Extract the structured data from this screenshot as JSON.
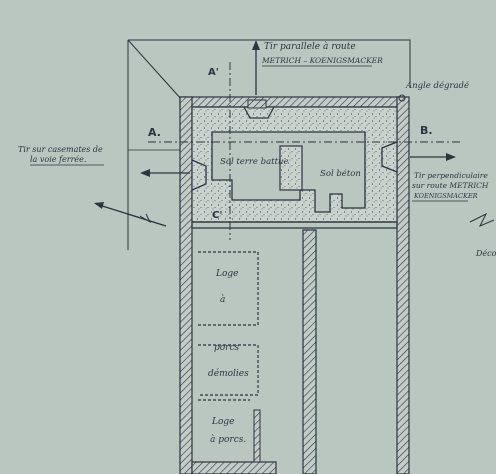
{
  "annotations": {
    "tir_parallele": "Tir parallele à route",
    "metrich_koenigsmacker": "METRICH – KOENIGSMACKER",
    "angle_degrade": "Angle dégradé",
    "tir_casemates_1": "Tir sur casemates de",
    "tir_casemates_2": "la voie ferrée.",
    "tir_perpendiculaire": "Tir perpendiculaire",
    "sur_route_metrich": "sur route METRICH",
    "koenigsmacker": "KOENIGSMACKER",
    "deco": "Déco"
  },
  "section_marks": {
    "a": "A.",
    "b": "B.",
    "a_prime": "A'",
    "c_prime": "C'"
  },
  "rooms": {
    "sol_terre_battue": "Sol terre battue",
    "sol_beton": "Sol béton",
    "loge": "Loge",
    "a": "à",
    "porcs": "porcs",
    "demolies": "démolies",
    "loge_2": "Loge",
    "a_porcs": "à porcs."
  },
  "colors": {
    "paper": "#b9c7c0",
    "ink": "#2c3440",
    "concrete": "#c9d3cd"
  }
}
